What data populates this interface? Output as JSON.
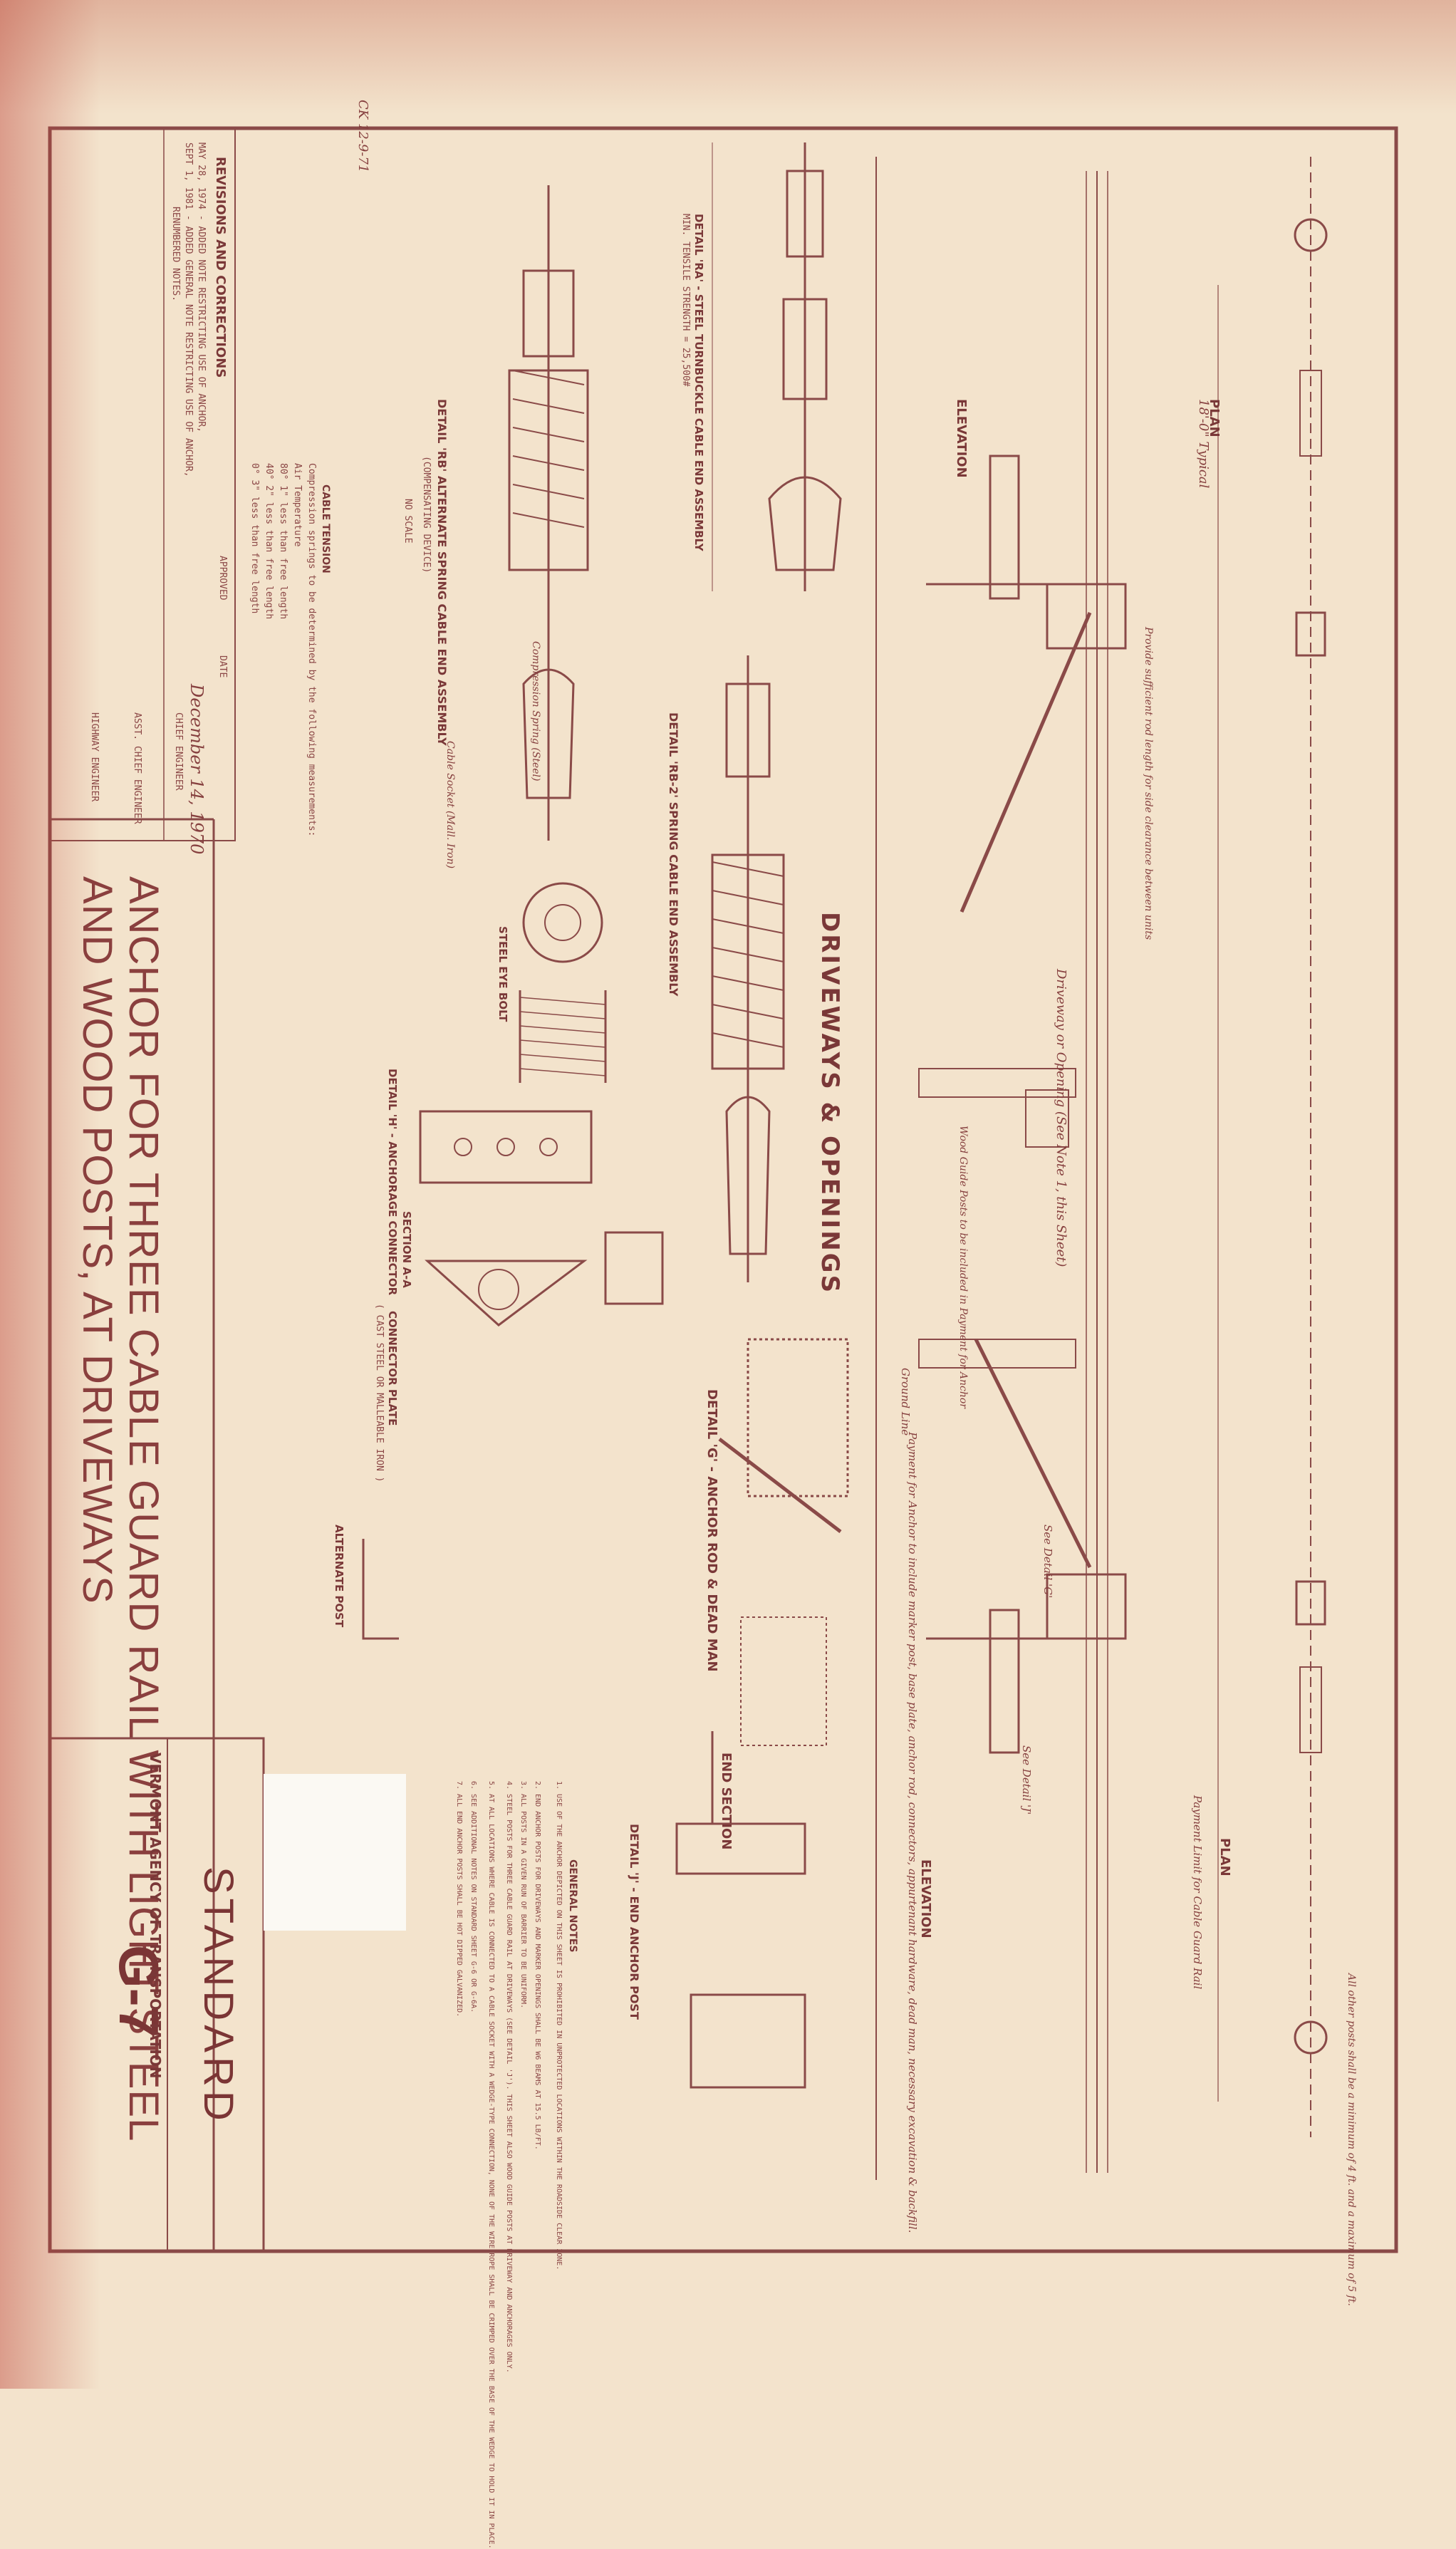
{
  "sheet": {
    "title_line1": "ANCHOR FOR THREE CABLE GUARD RAIL WITH LIGHT STEEL",
    "title_line2": "AND WOOD POSTS, AT DRIVEWAYS",
    "standard_label": "STANDARD",
    "standard_number": "G-7",
    "agency": "VERMONT AGENCY OF TRANSPORTATION",
    "handwritten_top": "CK 12-9-71"
  },
  "revisions": {
    "heading": "REVISIONS AND CORRECTIONS",
    "entries": [
      "MAY 28, 1974 - ADDED NOTE RESTRICTING USE OF ANCHOR,",
      "SEPT 1, 1981 - ADDED GENERAL NOTE RESTRICTING USE OF ANCHOR,",
      "RENUMBERED NOTES."
    ]
  },
  "approval": {
    "approved_label": "APPROVED",
    "date_label": "DATE",
    "date_value": "December 14, 1970",
    "signers": [
      "CHIEF ENGINEER",
      "ASST. CHIEF ENGINEER",
      "HIGHWAY ENGINEER"
    ]
  },
  "sections": {
    "main_heading": "DRIVEWAYS & OPENINGS",
    "plan": "PLAN",
    "elevation": "ELEVATION",
    "end_section": "END SECTION",
    "detail_g": "DETAIL 'G' - ANCHOR ROD & DEAD MAN",
    "detail_ra": "DETAIL 'RA' - STEEL TURNBUCKLE CABLE END ASSEMBLY",
    "detail_ra_sub": "MIN. TENSILE STRENGTH = 25,500#",
    "detail_rb": "DETAIL 'RB' ALTERNATE SPRING CABLE END ASSEMBLY",
    "detail_rb_sub": "(COMPENSATING DEVICE)",
    "detail_rb2": "DETAIL 'RB-2' SPRING CABLE END ASSEMBLY",
    "detail_h": "DETAIL 'H' - ANCHORAGE CONNECTOR",
    "detail_j": "DETAIL 'J' - END ANCHOR POST",
    "connector_plate": "CONNECTOR PLATE",
    "connector_plate_sub": "( CAST STEEL OR MALLEABLE IRON )",
    "steel_eye_bolt": "STEEL EYE BOLT",
    "section_aa": "SECTION A-A",
    "alternate_post": "ALTERNATE POST",
    "no_scale": "NO SCALE"
  },
  "callouts": {
    "driveway": "Driveway or Opening (See Note 1, this Sheet)",
    "typical": "18'-0\" Typical",
    "payment_anchor": "Payment for Anchor to include marker post, base plate, anchor rod, connectors, appurtenant hardware, dead man, necessary excavation & backfill.",
    "payment_limit": "Payment Limit for Cable Guard Rail",
    "wood_guide_posts": "Wood Guide Posts to be included in Payment for Anchor",
    "provide_clearance": "Provide sufficient rod length for side clearance between units",
    "see_detail_g": "See Detail 'G'",
    "see_detail_j": "See Detail 'J'",
    "ground_line": "Ground Line",
    "compression_spring": "Compression Spring (Steel)",
    "cable_socket": "Cable Socket (Mall. Iron)",
    "all_other_posts": "All other posts shall be a minimum of 4 ft. and a maximum of 5 ft."
  },
  "general_notes": {
    "heading": "GENERAL NOTES",
    "items": [
      "1. USE OF THE ANCHOR DEPICTED ON THIS SHEET IS PROHIBITED IN UNPROTECTED LOCATIONS WITHIN THE ROADSIDE CLEAR ZONE.",
      "2. END ANCHOR POSTS FOR DRIVEWAYS AND MARKER OPENINGS SHALL BE W6 BEAMS AT 15.5 LB/FT.",
      "3. ALL POSTS IN A GIVEN RUN OF BARRIER TO BE UNIFORM.",
      "4. STEEL POSTS FOR THREE CABLE GUARD RAIL AT DRIVEWAYS (SEE DETAIL 'J'). THIS SHEET ALSO WOOD GUIDE POSTS AT DRIVEWAY AND ANCHORAGES ONLY.",
      "5. AT ALL LOCATIONS WHERE CABLE IS CONNECTED TO A CABLE SOCKET WITH A WEDGE-TYPE CONNECTION, NONE OF THE WIRE ROPE SHALL BE CRIMPED OVER THE BASE OF THE WEDGE TO HOLD IT IN PLACE.",
      "6. SEE ADDITIONAL NOTES ON STANDARD SHEET G-6 OR G-6A.",
      "7. ALL END ANCHOR POSTS SHALL BE HOT DIPPED GALVANIZED."
    ]
  },
  "cable_tension": {
    "heading": "CABLE TENSION",
    "text": "Compression springs to be determined by the following measurements:",
    "rows": [
      "Air Temperature",
      "80°  1\" less than free length",
      "40°  2\" less than free length",
      "0°  3\" less than free length"
    ]
  }
}
